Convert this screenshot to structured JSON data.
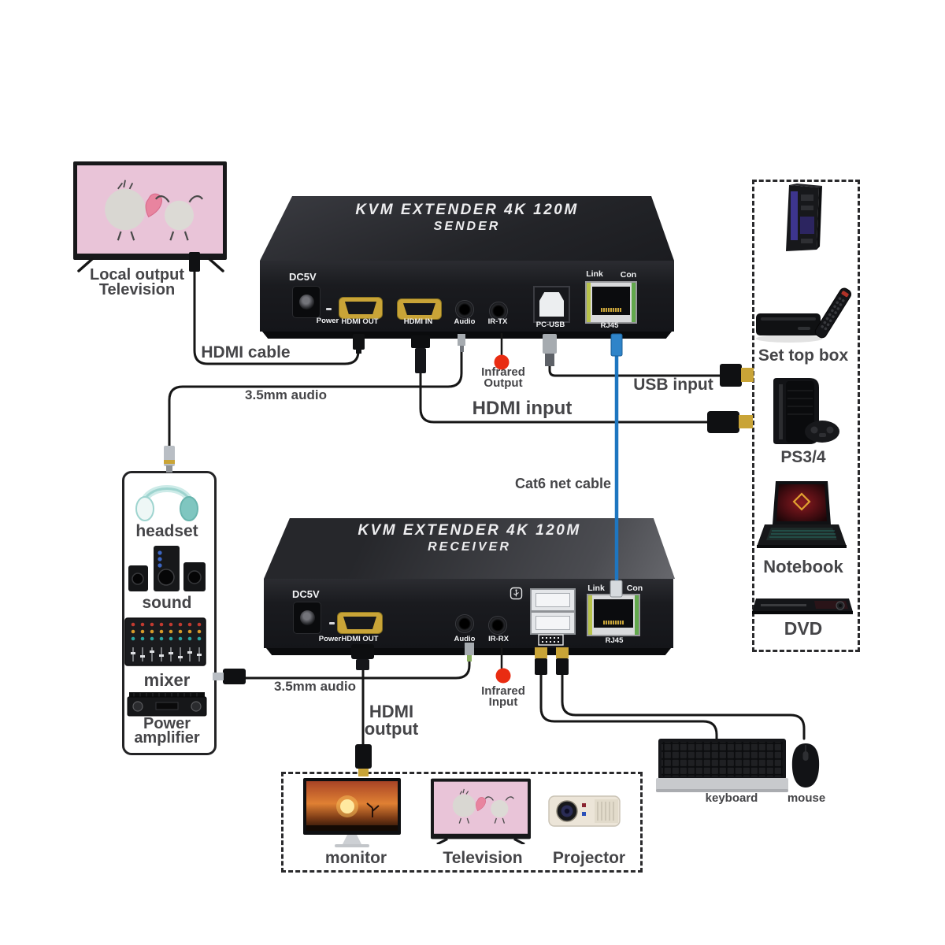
{
  "sender": {
    "title": "KVM EXTENDER 4K 120M",
    "subtitle": "SENDER",
    "dc5v": "DC5V",
    "power": "Power",
    "hdmi_out": "HDMI OUT",
    "hdmi_in": "HDMI IN",
    "audio": "Audio",
    "ir": "IR-TX",
    "pc_usb": "PC-USB",
    "rj45": "RJ45",
    "link": "Link",
    "con": "Con"
  },
  "receiver": {
    "title": "KVM EXTENDER 4K 120M",
    "subtitle": "RECEIVER",
    "dc5v": "DC5V",
    "power": "Power",
    "hdmi_out": "HDMI OUT",
    "audio": "Audio",
    "ir": "IR-RX",
    "rj45": "RJ45",
    "link": "Link",
    "con": "Con"
  },
  "tv": {
    "label_line1": "Local output",
    "label_line2": "Television"
  },
  "cables": {
    "hdmi_cable": "HDMI cable",
    "audio_sender": "3.5mm audio",
    "infrared_output": [
      "Infrared",
      "Output"
    ],
    "hdmi_input": "HDMI input",
    "usb_input": "USB input",
    "cat6": "Cat6 net cable",
    "audio_receiver": "3.5mm audio",
    "hdmi_output": [
      "HDMI",
      "output"
    ],
    "infrared_input": [
      "Infrared",
      "Input"
    ]
  },
  "left_panel": {
    "headset": "headset",
    "sound": "sound",
    "mixer": "mixer",
    "amplifier_line1": "Power",
    "amplifier_line2": "amplifier"
  },
  "right_panel": {
    "set_top_box": "Set top box",
    "ps": "PS3/4",
    "notebook": "Notebook",
    "dvd": "DVD"
  },
  "bottom_panel": {
    "monitor": "monitor",
    "television": "Television",
    "projector": "Projector"
  },
  "peripherals": {
    "keyboard": "keyboard",
    "mouse": "mouse"
  },
  "colors": {
    "cat6_blue": "#1e76c0",
    "infrared_red": "#e92c12",
    "hdmi_gold": "#c9a437",
    "tv_pink": "#e9c4d8",
    "device_black": "#17181c"
  }
}
